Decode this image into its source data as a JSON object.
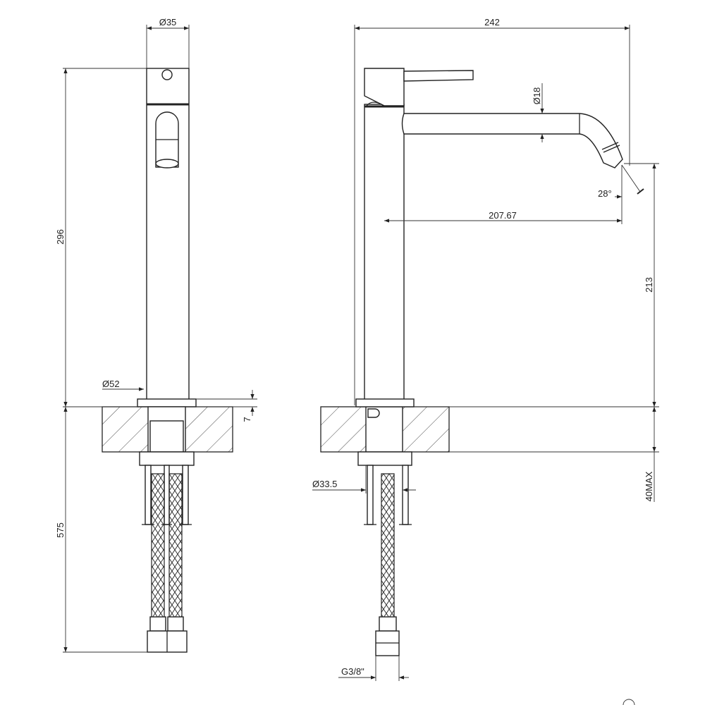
{
  "front_view": {
    "top_diameter": "Ø35",
    "total_height": "296",
    "base_diameter": "Ø52",
    "base_thickness": "7",
    "hose_length": "575"
  },
  "side_view": {
    "overall_width": "242",
    "spout_diameter": "Ø18",
    "outlet_angle": "28°",
    "spout_reach": "207.67",
    "outlet_height": "213",
    "max_counter_thickness": "40MAX",
    "shank_diameter": "Ø33.5",
    "connection_thread": "G3/8\""
  }
}
